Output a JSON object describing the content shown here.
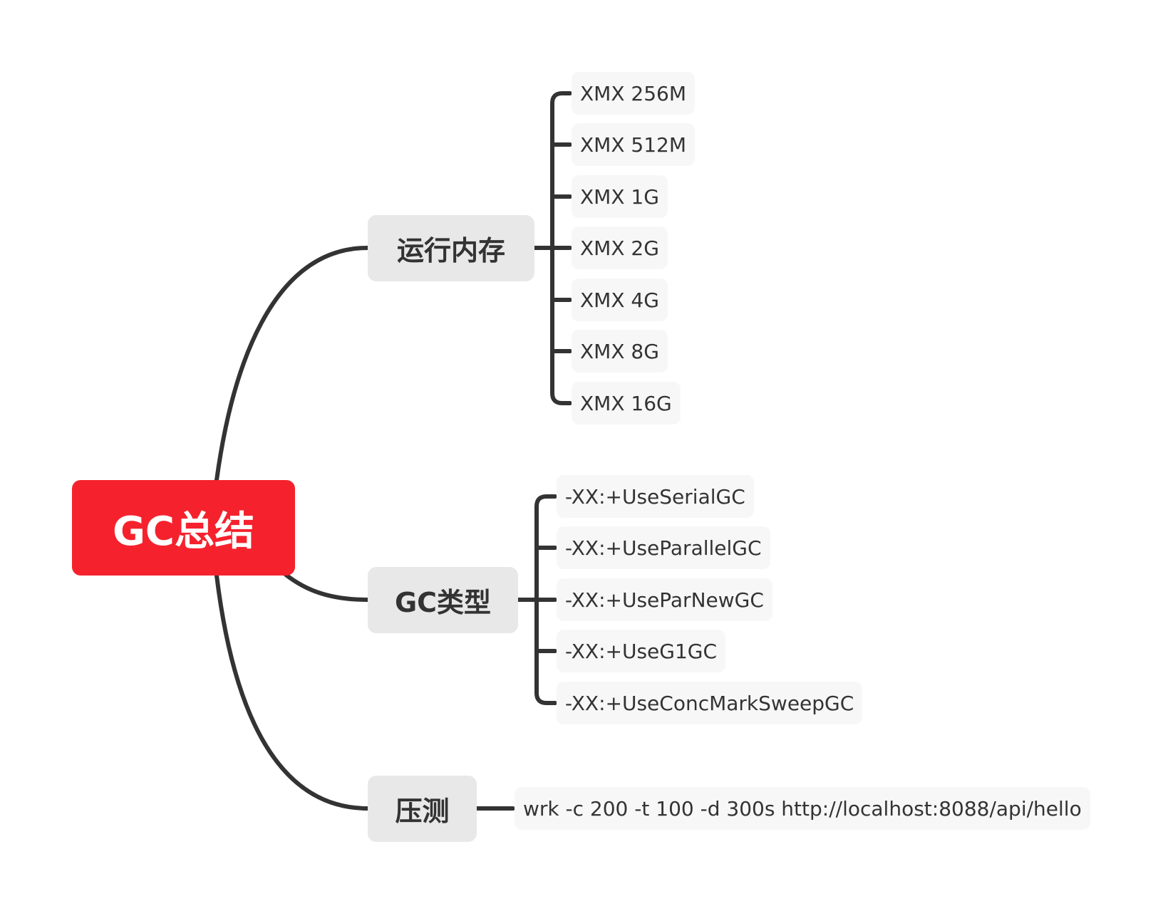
{
  "diagram": {
    "root": {
      "label": "GC总结"
    },
    "branches": [
      {
        "label": "运行内存",
        "children": [
          "XMX 256M",
          "XMX 512M",
          "XMX 1G",
          "XMX 2G",
          "XMX 4G",
          "XMX 8G",
          "XMX 16G"
        ]
      },
      {
        "label": "GC类型",
        "children": [
          "-XX:+UseSerialGC",
          "-XX:+UseParallelGC",
          "-XX:+UseParNewGC",
          "-XX:+UseG1GC",
          "-XX:+UseConcMarkSweepGC"
        ]
      },
      {
        "label": "压测",
        "children": [
          "wrk -c 200 -t 100 -d 300s http://localhost:8088/api/hello"
        ]
      }
    ],
    "colors": {
      "root_fill": "#f5222d",
      "branch_fill": "#e8e8e8",
      "leaf_fill": "#f7f7f7",
      "line": "#333333"
    }
  }
}
